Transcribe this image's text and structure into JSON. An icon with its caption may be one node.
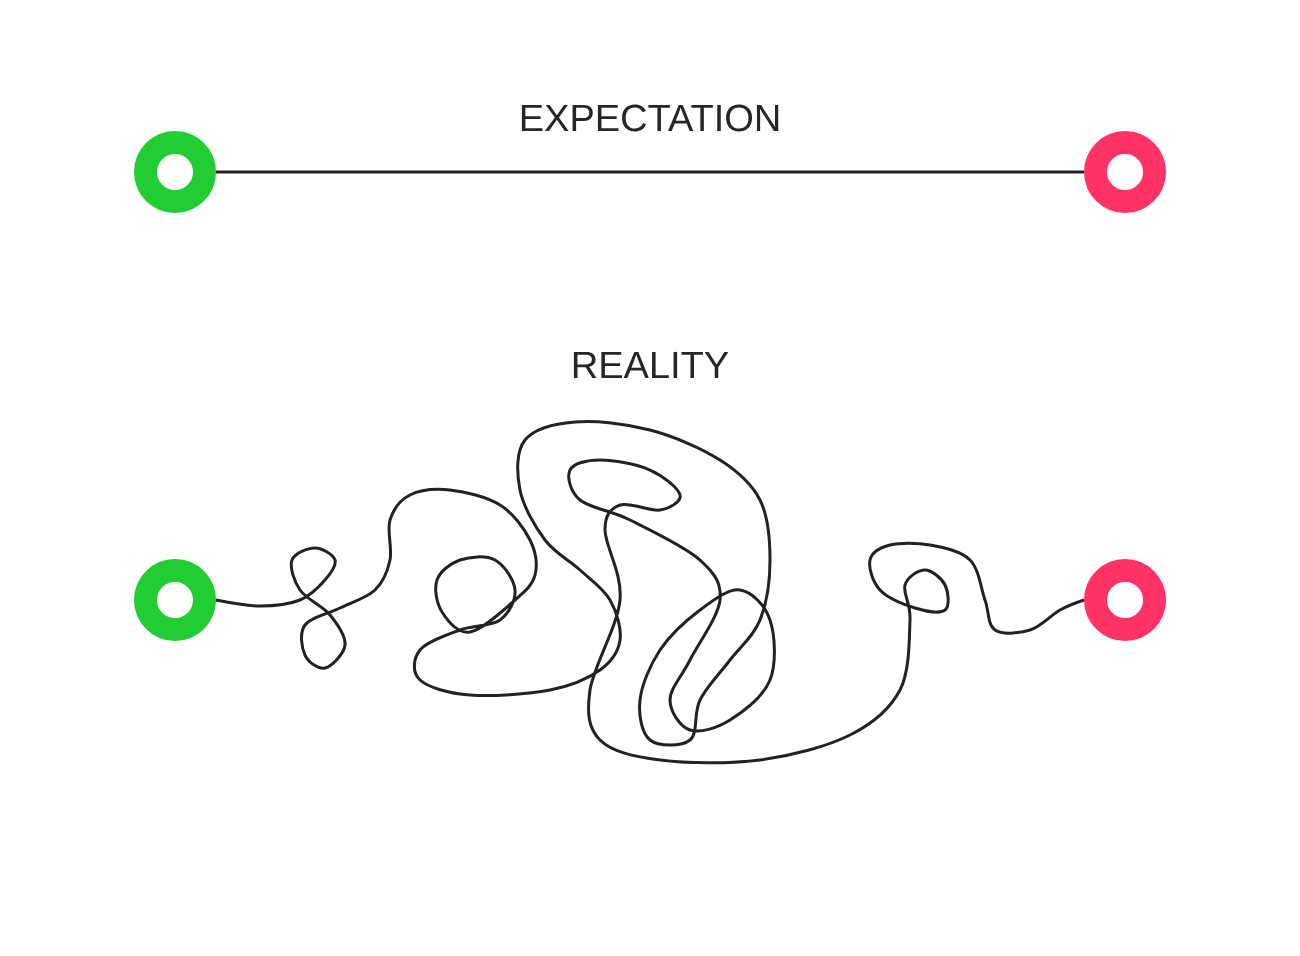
{
  "diagram": {
    "nodes": [
      {
        "text": [],
        "shape": "circle"
      },
      {
        "text": [],
        "shape": "circle"
      },
      {
        "text": [],
        "shape": "circle"
      },
      {
        "text": [],
        "shape": "circle"
      }
    ],
    "edges": [
      {
        "from": 0,
        "to": 1,
        "arrow": "none"
      },
      {
        "from": 2,
        "to": 3,
        "arrow": "none"
      }
    ],
    "labels": [
      "EXPECTATION",
      "REALITY"
    ]
  }
}
